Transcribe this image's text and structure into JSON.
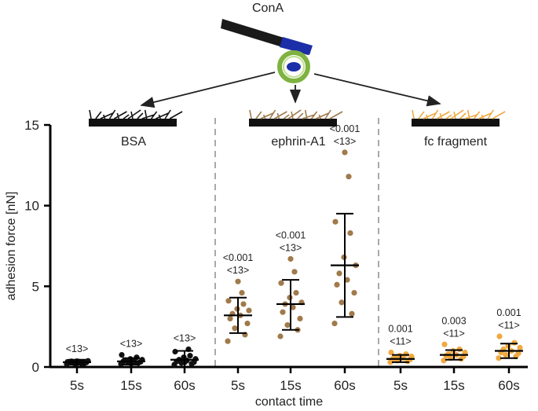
{
  "chart_data": {
    "type": "scatter",
    "xlabel": "contact time",
    "ylabel": "adhesion force [nN]",
    "ylim": [
      0,
      15
    ],
    "yticks": [
      0,
      5,
      10,
      15
    ],
    "categories": [
      "5s",
      "15s",
      "60s",
      "5s",
      "15s",
      "60s",
      "5s",
      "15s",
      "60s"
    ],
    "diagram_label": "ConA",
    "substrates": [
      "BSA",
      "ephrin-A1",
      "fc fragment"
    ],
    "colors": {
      "BSA": "#111111",
      "ephrin-A1": "#a07a4b",
      "fc fragment": "#f0a940",
      "cantilever": "#1a1a1a",
      "tip": "#1c2fa8",
      "cell_ring": "#7fb241",
      "nucleus": "#1c2fa8",
      "divider": "#a9a9a9"
    },
    "groups": [
      {
        "name": "BSA",
        "time": "5s",
        "mean": 0.3,
        "sd_low": 0.15,
        "sd_high": 0.45,
        "n_label": "<13>",
        "p_label": "",
        "points": [
          0.18,
          0.22,
          0.25,
          0.28,
          0.3,
          0.33,
          0.35,
          0.38,
          0.2,
          0.27,
          0.32,
          0.24,
          0.36
        ]
      },
      {
        "name": "BSA",
        "time": "15s",
        "mean": 0.35,
        "sd_low": 0.15,
        "sd_high": 0.55,
        "n_label": "<13>",
        "p_label": "",
        "points": [
          0.2,
          0.25,
          0.3,
          0.32,
          0.35,
          0.38,
          0.42,
          0.45,
          0.5,
          0.6,
          0.75,
          0.28,
          0.22
        ]
      },
      {
        "name": "BSA",
        "time": "60s",
        "mean": 0.45,
        "sd_low": 0.0,
        "sd_high": 1.0,
        "n_label": "<13>",
        "p_label": "",
        "points": [
          0.15,
          0.2,
          0.25,
          0.3,
          0.35,
          0.4,
          0.45,
          0.5,
          0.6,
          0.7,
          0.95,
          1.1,
          0.28
        ]
      },
      {
        "name": "ephrin-A1",
        "time": "5s",
        "mean": 3.2,
        "sd_low": 2.1,
        "sd_high": 4.3,
        "n_label": "<13>",
        "p_label": "<0.001",
        "points": [
          1.6,
          2.0,
          2.4,
          2.7,
          3.0,
          3.2,
          3.3,
          3.5,
          3.6,
          3.9,
          4.1,
          4.6,
          5.3
        ]
      },
      {
        "name": "ephrin-A1",
        "time": "15s",
        "mean": 3.9,
        "sd_low": 2.3,
        "sd_high": 5.4,
        "n_label": "<13>",
        "p_label": "<0.001",
        "points": [
          1.9,
          2.3,
          2.6,
          3.0,
          3.4,
          3.7,
          3.9,
          4.0,
          4.3,
          4.6,
          5.2,
          5.9,
          6.7
        ]
      },
      {
        "name": "ephrin-A1",
        "time": "60s",
        "mean": 6.3,
        "sd_low": 3.1,
        "sd_high": 9.5,
        "n_label": "<13>",
        "p_label": "<0.001",
        "points": [
          2.7,
          3.3,
          4.0,
          4.6,
          5.1,
          5.4,
          5.8,
          6.3,
          6.8,
          8.3,
          9.0,
          11.8,
          13.3
        ]
      },
      {
        "name": "fc fragment",
        "time": "5s",
        "mean": 0.5,
        "sd_low": 0.3,
        "sd_high": 0.75,
        "n_label": "<11>",
        "p_label": "0.001",
        "points": [
          0.3,
          0.35,
          0.4,
          0.45,
          0.5,
          0.55,
          0.6,
          0.65,
          0.7,
          0.8,
          0.9
        ]
      },
      {
        "name": "fc fragment",
        "time": "15s",
        "mean": 0.75,
        "sd_low": 0.45,
        "sd_high": 1.05,
        "n_label": "<11>",
        "p_label": "0.003",
        "points": [
          0.4,
          0.5,
          0.55,
          0.65,
          0.7,
          0.75,
          0.8,
          0.9,
          1.0,
          1.1,
          1.4
        ]
      },
      {
        "name": "fc fragment",
        "time": "60s",
        "mean": 1.0,
        "sd_low": 0.55,
        "sd_high": 1.45,
        "n_label": "<11>",
        "p_label": "0.001",
        "points": [
          0.55,
          0.65,
          0.75,
          0.85,
          0.9,
          1.0,
          1.1,
          1.2,
          1.3,
          1.5,
          1.9
        ]
      }
    ]
  }
}
